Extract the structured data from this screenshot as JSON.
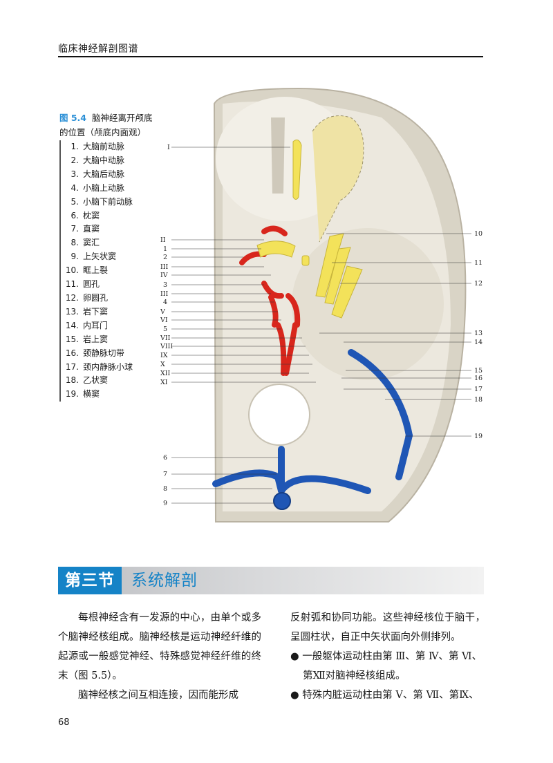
{
  "running_head": "临床神经解剖图谱",
  "figure": {
    "number": "图 5.4",
    "caption_line1": "脑神经离开颅底",
    "caption_line2": "的位置（颅底内面观）",
    "legend": [
      {
        "num": "1.",
        "label": "大脑前动脉"
      },
      {
        "num": "2.",
        "label": "大脑中动脉"
      },
      {
        "num": "3.",
        "label": "大脑后动脉"
      },
      {
        "num": "4.",
        "label": "小脑上动脉"
      },
      {
        "num": "5.",
        "label": "小脑下前动脉"
      },
      {
        "num": "6.",
        "label": "枕窦"
      },
      {
        "num": "7.",
        "label": "直窦"
      },
      {
        "num": "8.",
        "label": "窦汇"
      },
      {
        "num": "9.",
        "label": "上矢状窦"
      },
      {
        "num": "10.",
        "label": "眶上裂"
      },
      {
        "num": "11.",
        "label": "圆孔"
      },
      {
        "num": "12.",
        "label": "卵圆孔"
      },
      {
        "num": "13.",
        "label": "岩下窦"
      },
      {
        "num": "14.",
        "label": "内耳门"
      },
      {
        "num": "15.",
        "label": "岩上窦"
      },
      {
        "num": "16.",
        "label": "颈静脉切带"
      },
      {
        "num": "17.",
        "label": "颈内静脉小球"
      },
      {
        "num": "18.",
        "label": "乙状窦"
      },
      {
        "num": "19.",
        "label": "横窦"
      }
    ],
    "left_labels": [
      "I",
      "II",
      "1",
      "2",
      "III",
      "IV",
      "3",
      "III",
      "4",
      "V",
      "VI",
      "5",
      "VII",
      "VIII",
      "IX",
      "X",
      "XII",
      "XI"
    ],
    "right_labels": [
      "10",
      "11",
      "12",
      "13",
      "14",
      "15",
      "16",
      "17",
      "18",
      "19"
    ],
    "bottom_labels": [
      "6",
      "7",
      "8",
      "9"
    ],
    "colors": {
      "artery": "#d8261c",
      "vein": "#1f56b5",
      "nerve": "#f3e25a",
      "bone": "#ebe7dc"
    }
  },
  "section": {
    "number": "第三节",
    "title": "系统解剖"
  },
  "body": {
    "left": [
      "每根神经含有一发源的中心，由单个或多个脑神经核组成。脑神经核是运动神经纤维的起源或一般感觉神经、特殊感觉神经纤维的终末（图 5.5）。",
      "脑神经核之间互相连接，因而能形成"
    ],
    "right_intro": "反射弧和协同功能。这些神经核位于脑干，呈圆柱状，自正中矢状面向外侧排列。",
    "bullet1": "一般躯体运动柱由第 Ⅲ、第 Ⅳ、第 Ⅵ、",
    "bullet1_cont": "第Ⅻ对脑神经核组成。",
    "bullet2": "特殊内脏运动柱由第 Ⅴ、第 Ⅶ、第Ⅸ、"
  },
  "page_number": "68"
}
